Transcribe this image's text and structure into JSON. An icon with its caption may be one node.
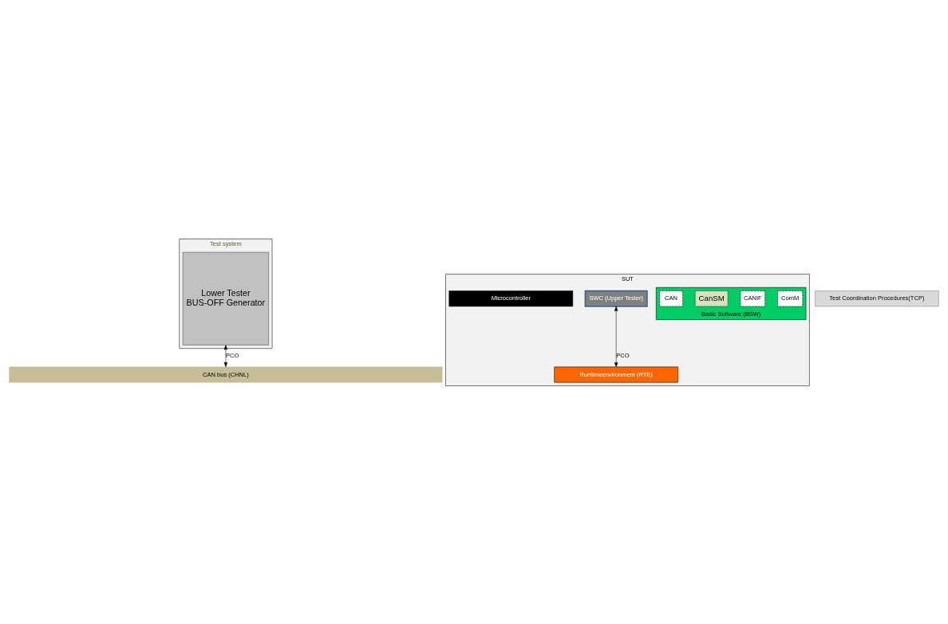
{
  "diagram": {
    "nodes": [
      {
        "text": [
          "Test system"
        ]
      },
      {
        "text": [
          "Lower Tester",
          "BUS-OFF Generator"
        ],
        "in": 0
      },
      {
        "text": [
          "SUT"
        ]
      },
      {
        "text": [
          "SWC (Upper Tester)"
        ],
        "in": 2
      },
      {
        "text": [
          "Runtimeenvironment (RTE)"
        ],
        "in": 2
      },
      {
        "text": [
          "Basic Software (BSW)"
        ],
        "in": 2
      },
      {
        "text": [
          "ComM"
        ],
        "in": 5
      },
      {
        "text": [
          "CANIF"
        ],
        "in": 5
      },
      {
        "text": [
          "CanSM"
        ],
        "in": 5
      },
      {
        "text": [
          "CAN"
        ],
        "in": 5
      },
      {
        "text": [
          "Microcontroller"
        ],
        "in": 2
      },
      {
        "text": [
          "CAN bus (CHNL)"
        ]
      },
      {
        "text": [
          "Test Coordination Procedures(TCP)"
        ]
      }
    ],
    "edges": [
      {
        "from": 3,
        "to": 4,
        "arrow": "both",
        "label": "PCO"
      },
      {
        "from": 1,
        "to": 11,
        "arrow": "both",
        "label": "PCO"
      }
    ]
  }
}
